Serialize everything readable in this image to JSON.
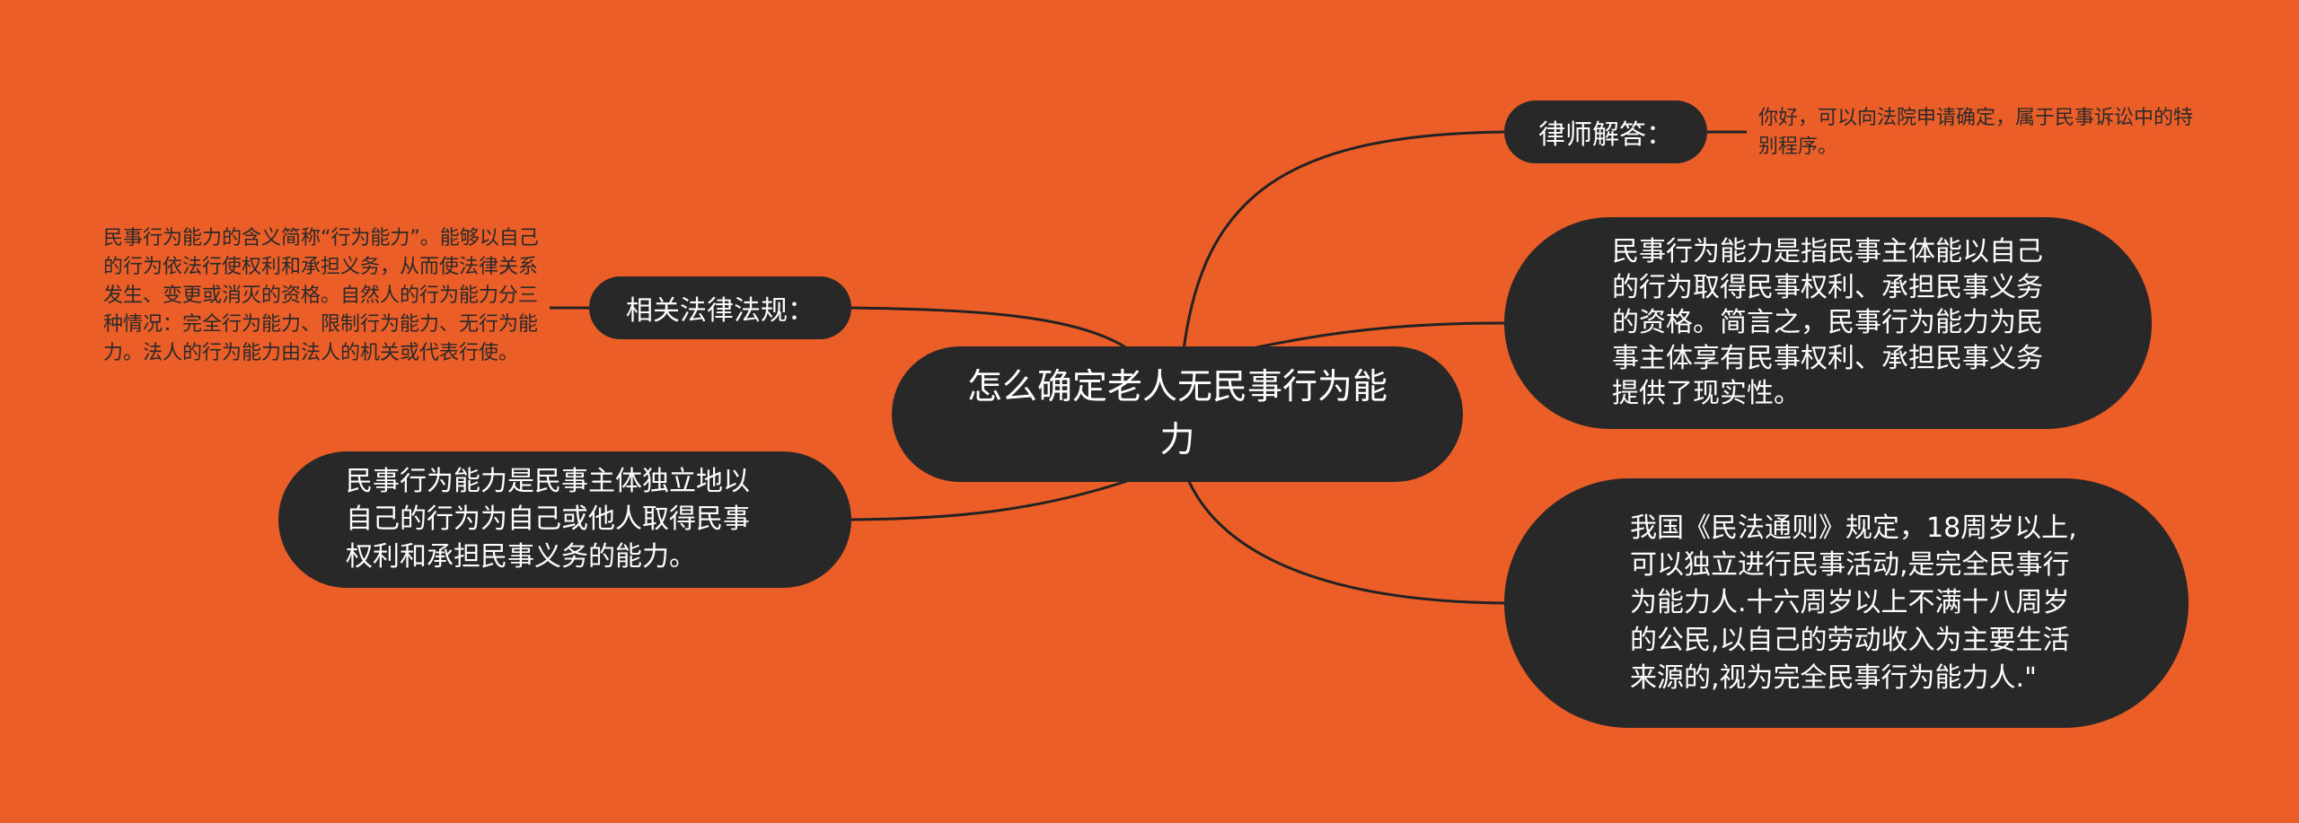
{
  "colors": {
    "background": "#EC5E28",
    "node_fill": "#282828",
    "node_text": "#FFFFFF",
    "note_text": "#2A2A2A",
    "line": "#222222"
  },
  "root": {
    "label": "怎么确定老人无民事行为能力"
  },
  "branches": {
    "lawyer_answer": {
      "label": "律师解答：",
      "note": "你好，可以向法院申请确定，属于民事诉讼中的特别程序。"
    },
    "definition": {
      "label": "民事行为能力是指民事主体能以自己的行为取得民事权利、承担民事义务的资格。简言之，民事行为能力为民事主体享有民事权利、承担民事义务提供了现实性。"
    },
    "civil_law": {
      "label": "我国《民法通则》规定，18周岁以上,可以独立进行民事活动,是完全民事行为能力人.十六周岁以上不满十八周岁的公民,以自己的劳动收入为主要生活来源的,视为完全民事行为能力人.\""
    },
    "related_law": {
      "label": "相关法律法规：",
      "note": "民事行为能力的含义简称“行为能力”。能够以自己的行为依法行使权利和承担义务，从而使法律关系发生、变更或消灭的资格。自然人的行为能力分三种情况：完全行为能力、限制行为能力、无行为能力。法人的行为能力由法人的机关或代表行使。"
    },
    "ability": {
      "label": "民事行为能力是民事主体独立地以自己的行为为自己或他人取得民事权利和承担民事义务的能力。"
    }
  }
}
